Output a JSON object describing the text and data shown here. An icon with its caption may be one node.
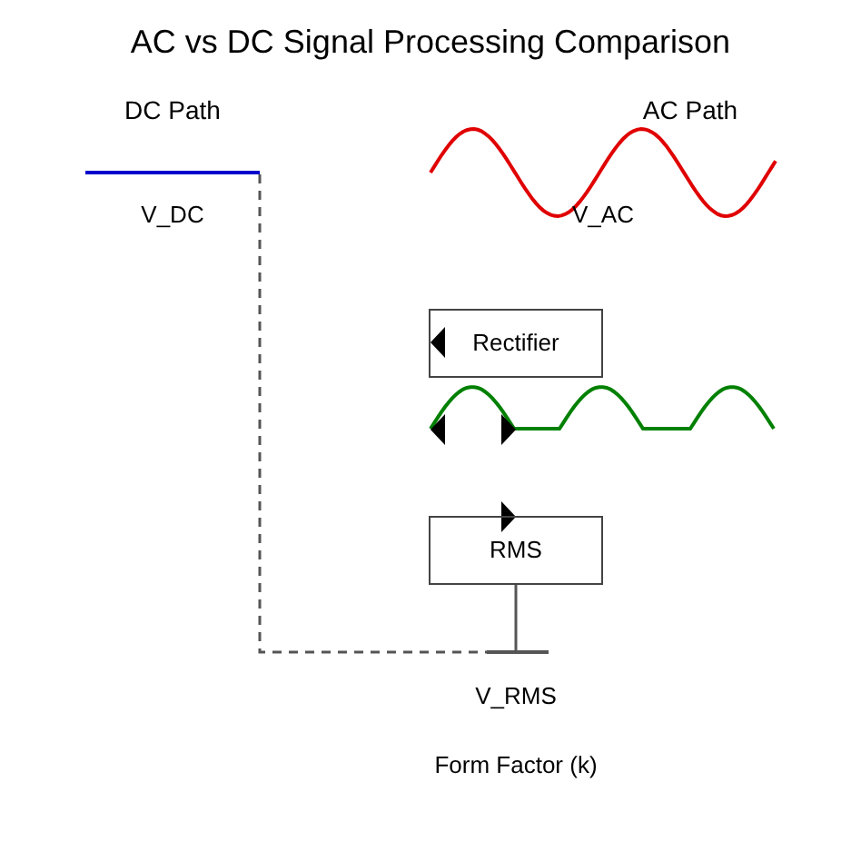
{
  "diagram": {
    "title": "AC vs DC Signal Processing Comparison",
    "nodes": [
      {
        "text": [
          "Rectifier"
        ]
      },
      {
        "text": [
          "RMS"
        ]
      },
      {
        "text": [],
        "shape": "line"
      },
      {
        "text": [],
        "shape": "line"
      }
    ],
    "edges": [
      {
        "from": 2,
        "to": 3,
        "arrow": "none",
        "style": "dashed"
      },
      {
        "from": 1,
        "to": 3,
        "arrow": "none"
      }
    ],
    "labels": [
      "DC Path",
      "AC Path",
      "V_DC",
      "V_AC",
      "V_RMS",
      "Form Factor (k)"
    ]
  }
}
